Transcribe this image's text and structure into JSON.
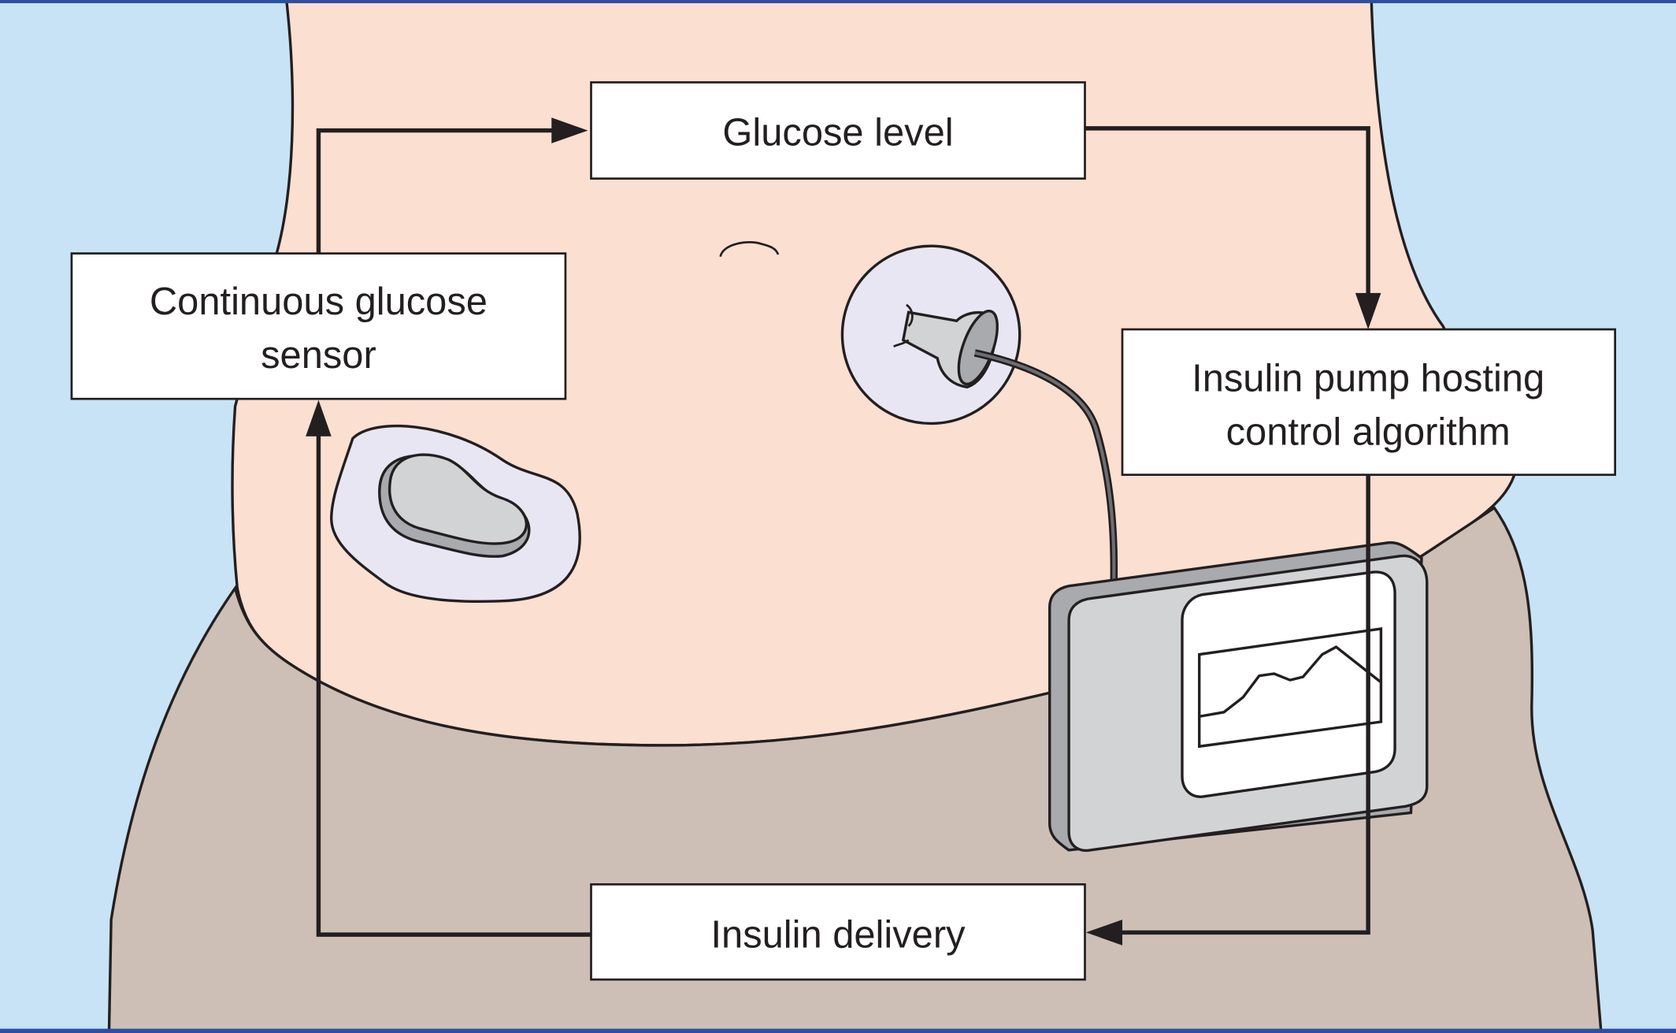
{
  "diagram": {
    "nodes": {
      "glucose_level": {
        "label": "Glucose level"
      },
      "sensor": {
        "line1": "Continuous glucose",
        "line2": "sensor"
      },
      "pump": {
        "line1": "Insulin pump hosting",
        "line2": "control algorithm"
      },
      "delivery": {
        "label": "Insulin delivery"
      }
    },
    "edges": [
      {
        "from": "Continuous glucose sensor",
        "to": "Glucose level"
      },
      {
        "from": "Glucose level",
        "to": "Insulin pump hosting control algorithm"
      },
      {
        "from": "Insulin pump hosting control algorithm",
        "to": "Insulin delivery"
      },
      {
        "from": "Insulin delivery",
        "to": "Continuous glucose sensor"
      }
    ],
    "colors": {
      "background": "#c8e3f5",
      "skin": "#fbdfd1",
      "clothing": "#cdbfb5",
      "device": "#d1d3d5",
      "device_side": "#a8aaad",
      "sensor_patch": "#e8e6f2",
      "frame": "#2e4fa0"
    }
  }
}
